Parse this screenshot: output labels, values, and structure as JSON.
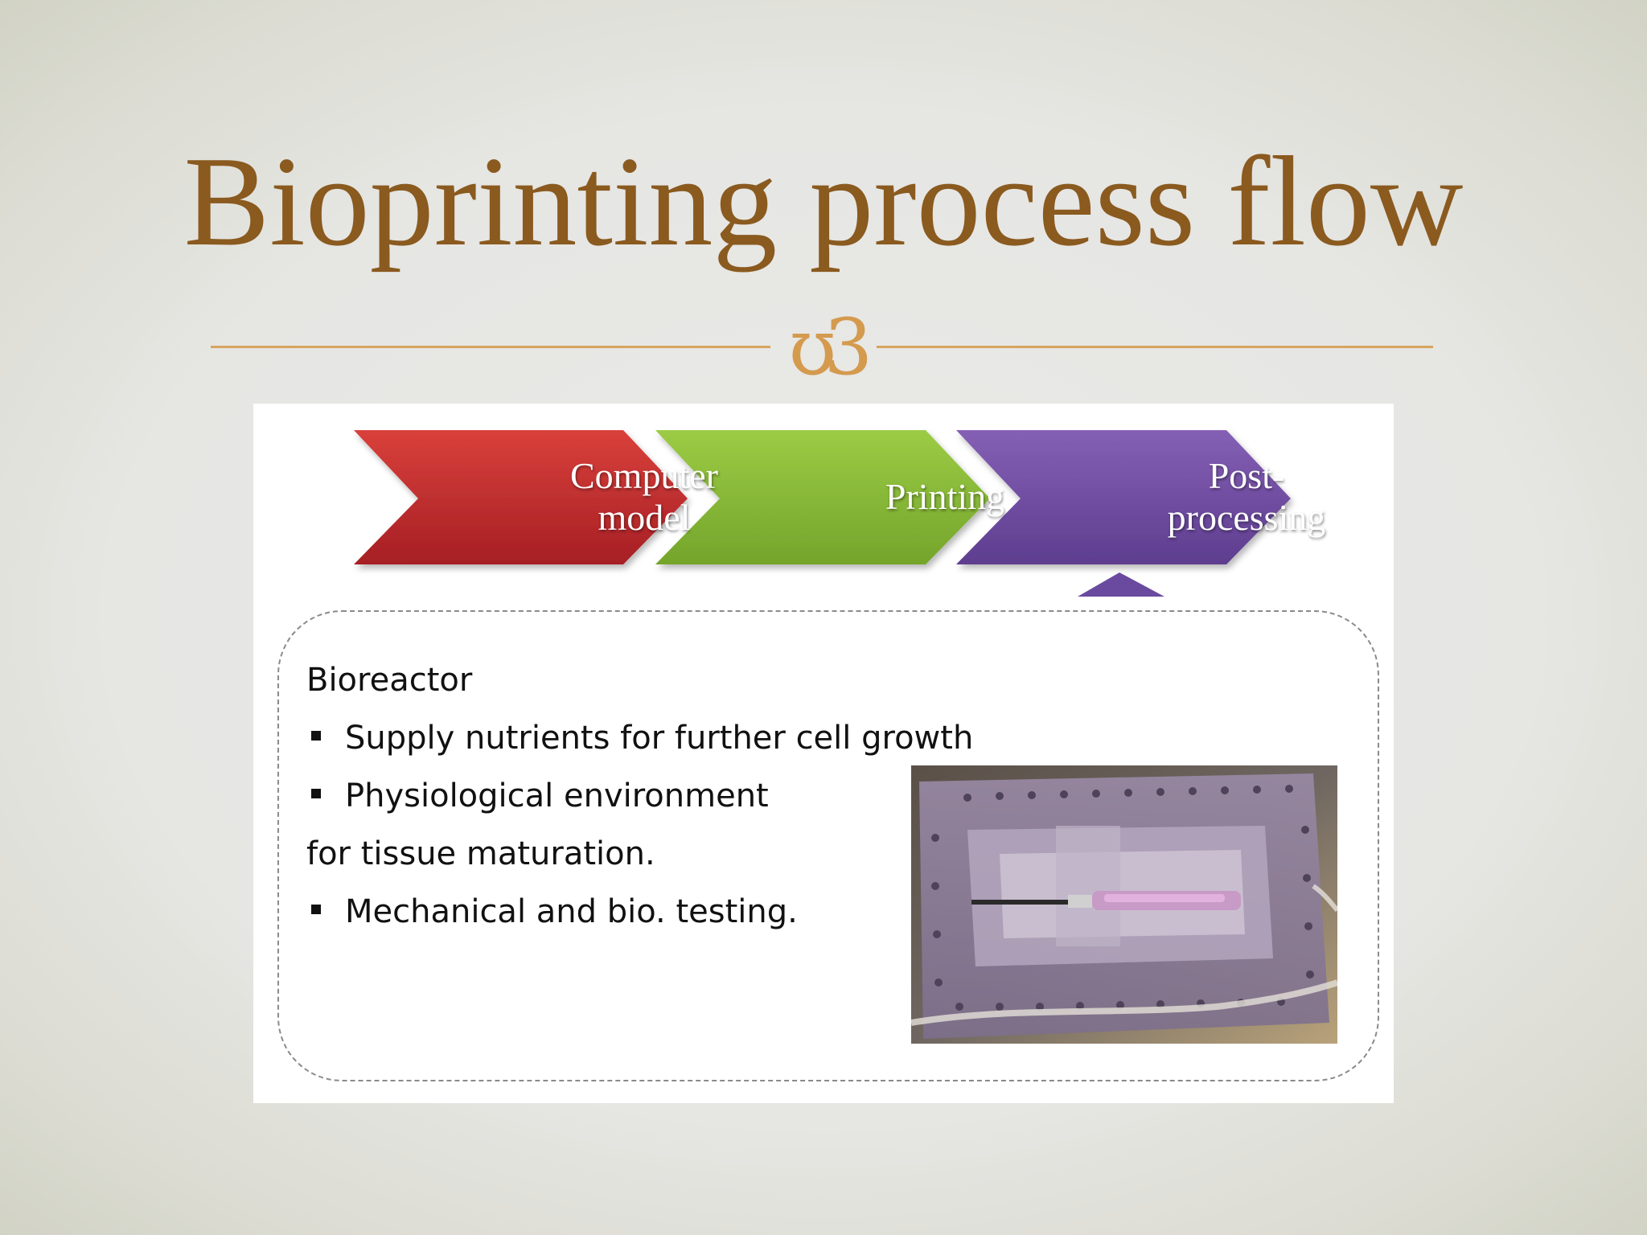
{
  "slide": {
    "title": "Bioprinting process flow",
    "ornament": "ʊ3"
  },
  "process": {
    "steps": [
      {
        "label_line1": "Computer",
        "label_line2": "model",
        "color": "#c8312f"
      },
      {
        "label_line1": "Printing",
        "label_line2": "",
        "color": "#8dba36"
      },
      {
        "label_line1": "Post-",
        "label_line2": "processing",
        "color": "#7250a3"
      }
    ]
  },
  "bioreactor": {
    "title": "Bioreactor",
    "items": [
      "Supply nutrients for further cell growth",
      "Physiological environment"
    ],
    "continuation": "for tissue maturation.",
    "last_item": "Mechanical and bio. testing."
  },
  "photo": {
    "icon": "bioreactor-photo"
  }
}
